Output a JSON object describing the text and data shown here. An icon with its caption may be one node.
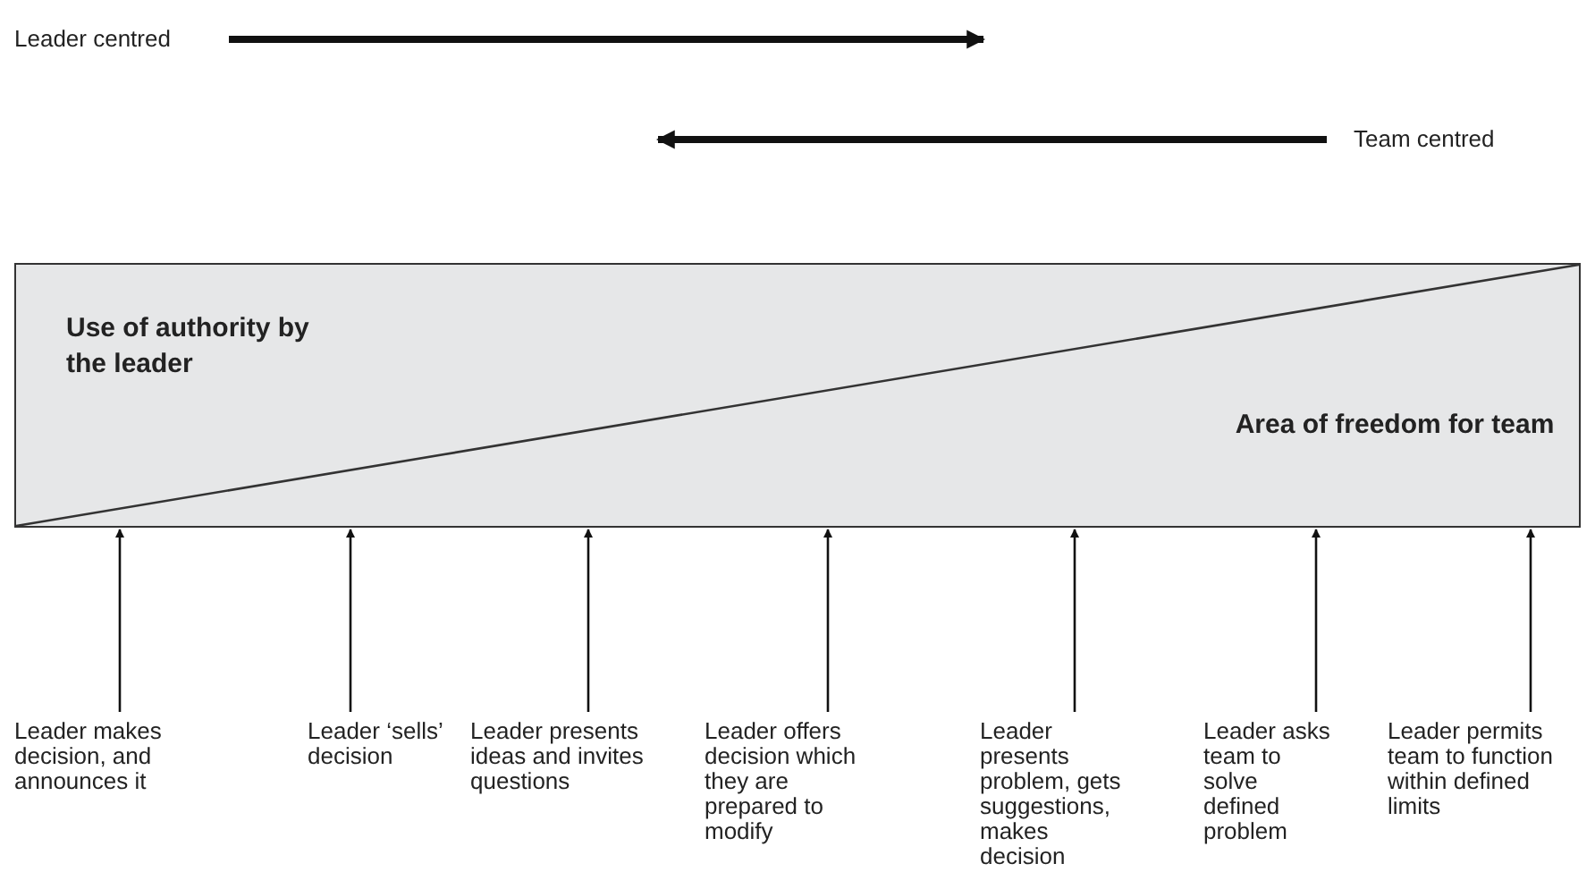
{
  "diagram": {
    "nodes": [
      {
        "text": [
          "Leader centred"
        ]
      },
      {
        "text": [
          "Team centred"
        ]
      },
      {
        "text": [
          "Use of authority by the leader",
          "Area of freedom for team"
        ]
      },
      {
        "text": [
          "Leader makes decision, and announces it"
        ]
      },
      {
        "text": [
          "Leader ‘sells’ decision"
        ]
      },
      {
        "text": [
          "Leader presents ideas and invites questions"
        ]
      },
      {
        "text": [
          "Leader offers decision which they are prepared to modify"
        ]
      },
      {
        "text": [
          "Leader presents problem, gets suggestions, makes decision"
        ]
      },
      {
        "text": [
          "Leader asks team to solve defined problem"
        ]
      },
      {
        "text": [
          "Leader permits team to function within defined limits"
        ]
      }
    ],
    "edges": [
      {
        "from": 0,
        "to": null,
        "arrow": "to",
        "style": "thick"
      },
      {
        "from": 1,
        "to": null,
        "arrow": "to",
        "style": "thick"
      },
      {
        "from": 3,
        "to": 2,
        "arrow": "to"
      },
      {
        "from": 4,
        "to": 2,
        "arrow": "to"
      },
      {
        "from": 5,
        "to": 2,
        "arrow": "to"
      },
      {
        "from": 6,
        "to": 2,
        "arrow": "to"
      },
      {
        "from": 7,
        "to": 2,
        "arrow": "to"
      },
      {
        "from": 8,
        "to": 2,
        "arrow": "to"
      },
      {
        "from": 9,
        "to": 2,
        "arrow": "to"
      }
    ]
  }
}
